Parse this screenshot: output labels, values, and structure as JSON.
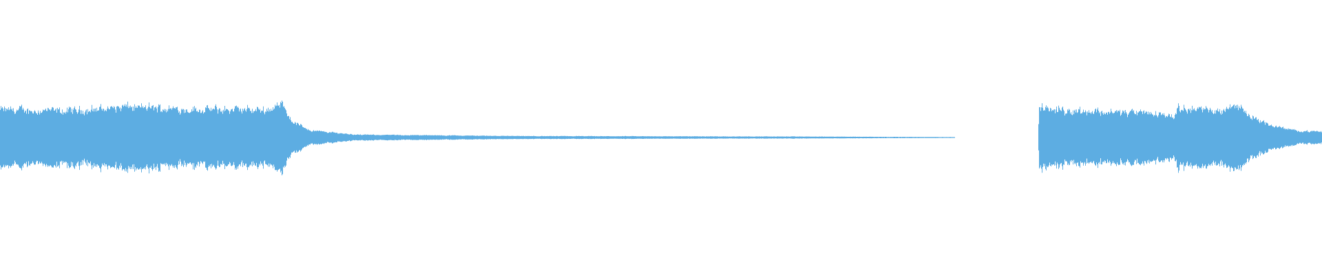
{
  "chart_data": {
    "type": "area",
    "title": "",
    "xlabel": "",
    "ylabel": "",
    "grid": false,
    "legend": "none",
    "color": "#5dade2",
    "background": "#ffffff",
    "ylim": [
      -1,
      1
    ],
    "xlim": [
      0,
      1
    ],
    "series": [
      {
        "envelope": [
          [
            0.0,
            0.2
          ],
          [
            0.05,
            0.19
          ],
          [
            0.095,
            0.22
          ],
          [
            0.16,
            0.2
          ],
          [
            0.2,
            0.2
          ],
          [
            0.215,
            0.24
          ],
          [
            0.22,
            0.12
          ],
          [
            0.235,
            0.05
          ],
          [
            0.27,
            0.02
          ],
          [
            0.4,
            0.01
          ],
          [
            0.6,
            0.007
          ],
          [
            0.721,
            0.003
          ],
          [
            0.722,
            0.0
          ],
          [
            0.785,
            0.0
          ],
          [
            0.786,
            0.22
          ],
          [
            0.8,
            0.2
          ],
          [
            0.88,
            0.17
          ],
          [
            0.888,
            0.15
          ],
          [
            0.89,
            0.22
          ],
          [
            0.92,
            0.19
          ],
          [
            0.935,
            0.24
          ],
          [
            0.945,
            0.16
          ],
          [
            0.96,
            0.09
          ],
          [
            0.98,
            0.05
          ],
          [
            1.0,
            0.04
          ]
        ]
      }
    ]
  }
}
